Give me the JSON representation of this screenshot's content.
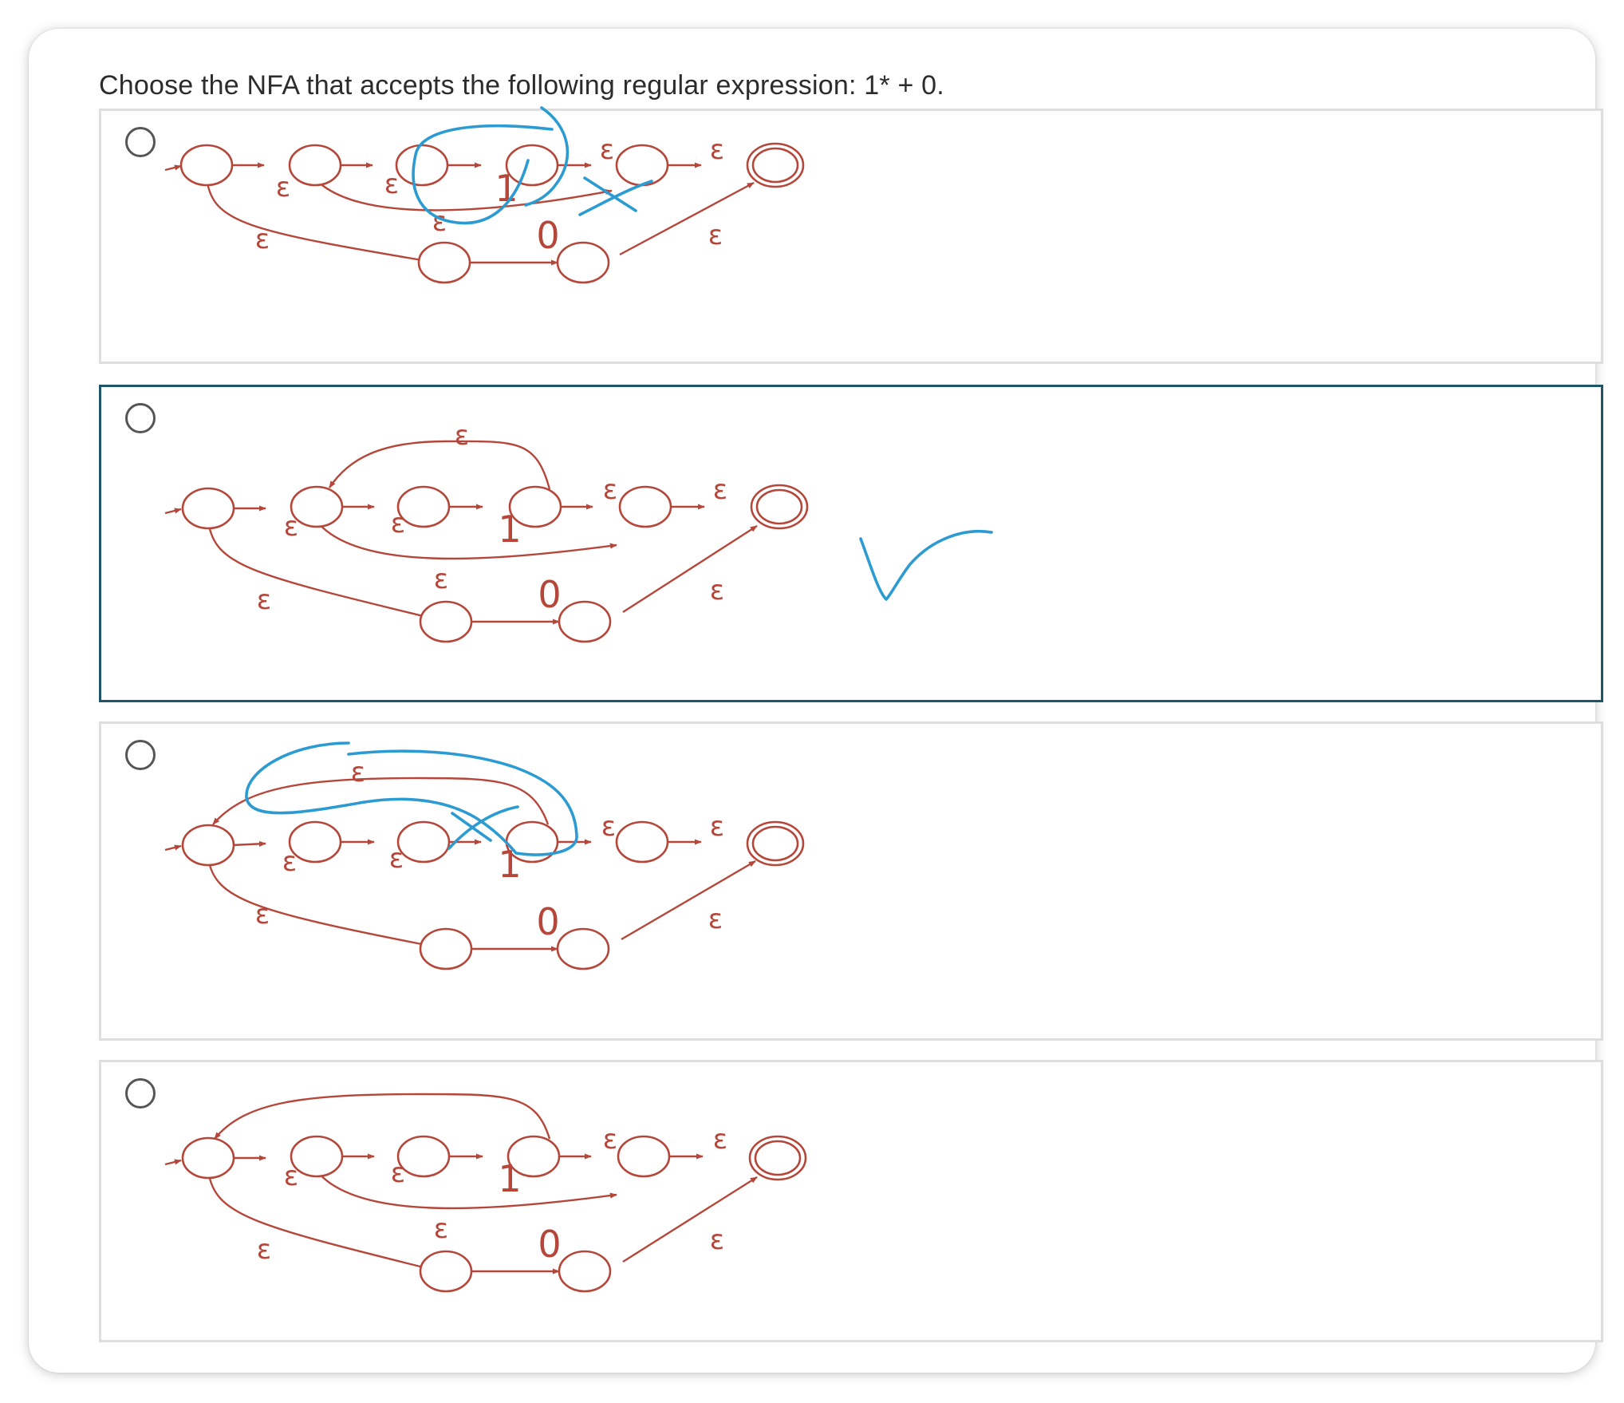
{
  "question": {
    "text": "Choose the NFA that accepts the following regular expression: 1* + 0."
  },
  "options": [
    {
      "selected": false,
      "annotation": "cross",
      "labels": {
        "e1": "ε",
        "e2": "ε",
        "sym1": "1",
        "e3": "ε",
        "e4": "ε",
        "e5": "ε",
        "e6": "ε",
        "sym0": "0",
        "e7": "ε"
      }
    },
    {
      "selected": true,
      "annotation": "checkmark",
      "labels": {
        "loop": "ε",
        "e1": "ε",
        "e2": "ε",
        "sym1": "1",
        "e3": "ε",
        "e4": "ε",
        "e5": "ε",
        "e6": "ε",
        "sym0": "0",
        "e7": "ε"
      }
    },
    {
      "selected": false,
      "annotation": "cross",
      "labels": {
        "loop": "ε",
        "e1": "ε",
        "e2": "ε",
        "sym1": "1",
        "e3": "ε",
        "e4": "ε",
        "e6": "ε",
        "sym0": "0",
        "e7": "ε"
      }
    },
    {
      "selected": false,
      "annotation": "none",
      "labels": {
        "e1": "ε",
        "e2": "ε",
        "sym1": "1",
        "e3": "ε",
        "e4": "ε",
        "e5": "ε",
        "e6": "ε",
        "sym0": "0",
        "e7": "ε"
      }
    }
  ],
  "colors": {
    "diagram": "#b5473a",
    "ink": "#2b9bd2",
    "selected_border": "#1f5568"
  },
  "icons": [
    "radio-button-icon",
    "checkmark-icon",
    "cross-mark-icon",
    "start-arrow-icon"
  ]
}
